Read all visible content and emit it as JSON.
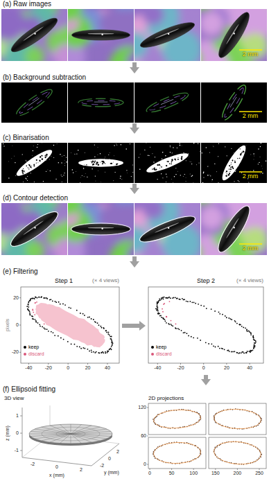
{
  "diagram": {
    "nodes": [
      {
        "text": [
          "(a) Raw images"
        ]
      },
      {
        "text": [
          "(b) Background subtraction"
        ]
      },
      {
        "text": [
          "(c) Binarisation"
        ]
      },
      {
        "text": [
          "(d) Contour detection"
        ]
      },
      {
        "text": [
          "(e) Filtering"
        ]
      },
      {
        "text": [
          "Step 1"
        ],
        "in": 4
      },
      {
        "text": [
          "Step 2"
        ],
        "in": 4
      },
      {
        "text": [
          "(f) Ellipsoid fitting"
        ]
      },
      {
        "text": [
          "3D view"
        ],
        "in": 7
      },
      {
        "text": [
          "2D projections"
        ],
        "in": 7
      }
    ],
    "edges": [
      {
        "from": 0,
        "to": 1,
        "arrow": "to"
      },
      {
        "from": 1,
        "to": 2,
        "arrow": "to"
      },
      {
        "from": 2,
        "to": 3,
        "arrow": "to"
      },
      {
        "from": 3,
        "to": 4,
        "arrow": "to"
      },
      {
        "from": 5,
        "to": 6,
        "arrow": "to"
      },
      {
        "from": 6,
        "to": 7,
        "arrow": "to"
      }
    ],
    "labels": [
      "2 mm",
      "2 mm",
      "2 mm",
      "2 mm",
      "(× 4 views)",
      "(× 4 views)",
      "pixels",
      "20",
      "0",
      "-20",
      "-40",
      "-20",
      "0",
      "20",
      "40",
      "-40",
      "-20",
      "0",
      "20",
      "40",
      "z (mm)",
      "1",
      "0",
      "-1",
      "-2",
      "0",
      "2",
      "x (mm)",
      "-2",
      "0",
      "2",
      "y (mm)",
      "120",
      "60",
      "0",
      "0",
      "50",
      "100",
      "150",
      "200",
      "250"
    ],
    "legend": [
      {
        "text": "keep",
        "color": "#000000"
      },
      {
        "text": "discard",
        "color": "#d9577a"
      },
      {
        "text": "keep",
        "color": "#000000"
      },
      {
        "text": "discard",
        "color": "#d9577a"
      }
    ]
  }
}
